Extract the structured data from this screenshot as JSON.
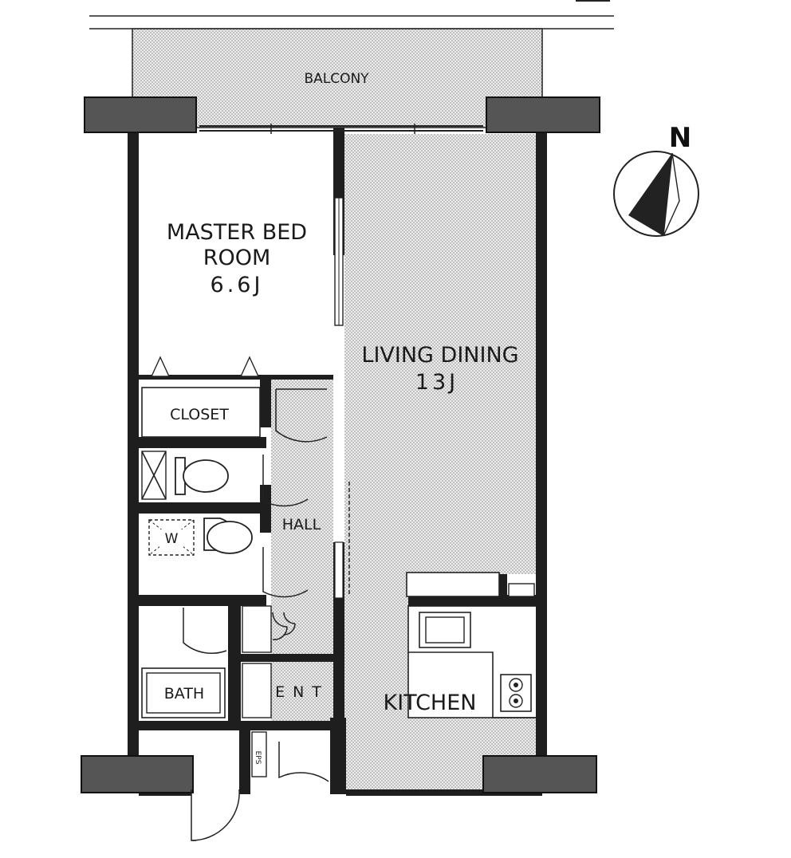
{
  "rooms": {
    "balcony": "BALCONY",
    "master_bed_line1": "MASTER BED",
    "master_bed_line2": "ROOM",
    "master_bed_size": "6.6J",
    "living_dining": "LIVING DINING",
    "living_dining_size": "13J",
    "closet": "CLOSET",
    "hall": "HALL",
    "washer": "W",
    "bath": "BATH",
    "entrance": "ENT",
    "kitchen": "KITCHEN",
    "eps": "EPS"
  },
  "compass": {
    "label": "N"
  },
  "colors": {
    "wall": "#1e1e1e",
    "floor_tone": "#d6d6d6",
    "pillar": "#555555"
  }
}
